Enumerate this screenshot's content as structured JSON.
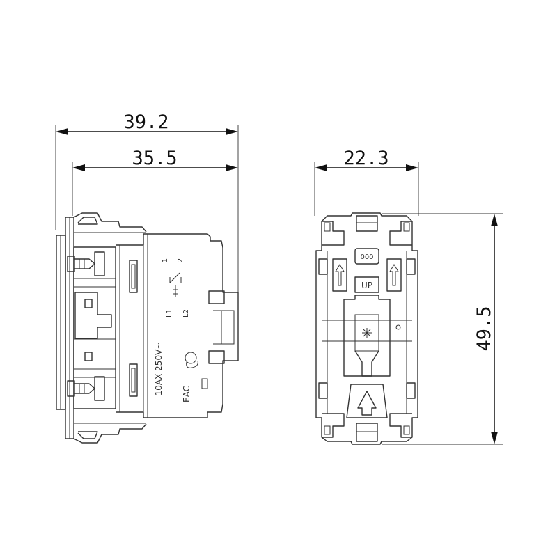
{
  "dimensions": {
    "overall_depth": "39.2",
    "body_depth": "35.5",
    "width": "22.3",
    "height": "49.5"
  },
  "side_view": {
    "rating": "10AX 250V~",
    "contact_labels": {
      "c1": "1",
      "c2": "2",
      "l1": "L1",
      "l2": "L2"
    },
    "cert_mark": "EAC"
  },
  "front_view": {
    "top_badge": "000",
    "up_label": "UP"
  },
  "colors": {
    "line": "#333333",
    "dimension": "#111111",
    "background": "#ffffff"
  }
}
